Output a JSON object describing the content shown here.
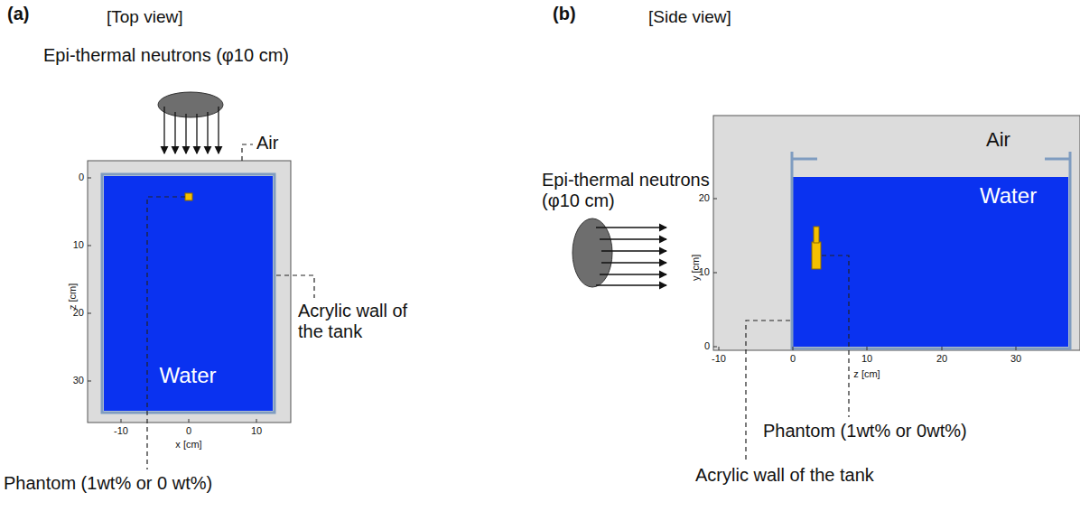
{
  "diagram": {
    "labels": [
      "(a)",
      "[Top view]",
      "Epi-thermal neutrons (φ10 cm)",
      "Air",
      "Acrylic wall of the tank",
      "Water",
      "Phantom (1wt% or 0 wt%)",
      "z [cm]",
      "x [cm]",
      "0",
      "10",
      "20",
      "30",
      "-10",
      "0",
      "10",
      "(b)",
      "[Side view]",
      "Epi-thermal neutrons (φ10 cm)",
      "Air",
      "Water",
      "y [cm]",
      "20",
      "10",
      "0",
      "-10",
      "0",
      "10",
      "20",
      "30",
      "z [cm]",
      "Phantom (1wt% or 0wt%)",
      "Acrylic wall of the tank"
    ]
  }
}
